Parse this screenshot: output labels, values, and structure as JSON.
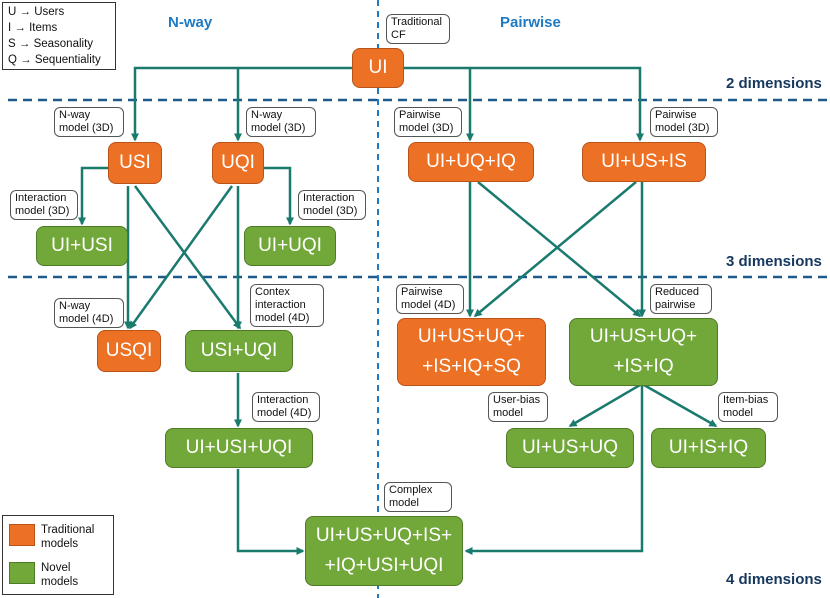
{
  "headers": {
    "left": "N-way",
    "right": "Pairwise"
  },
  "dimensions": {
    "d2": "2 dimensions",
    "d3": "3 dimensions",
    "d4": "4 dimensions"
  },
  "legend": {
    "abbreviations": [
      {
        "key": "U",
        "value": "Users"
      },
      {
        "key": "I",
        "value": "Items"
      },
      {
        "key": "S",
        "value": "Seasonality"
      },
      {
        "key": "Q",
        "value": "Sequentiality"
      }
    ],
    "arrow_symbol": "→",
    "traditional": {
      "line1": "Traditional",
      "line2": "models"
    },
    "novel": {
      "line1": "Novel",
      "line2": "models"
    }
  },
  "colors": {
    "traditional": "#ed7125",
    "novel": "#72a83a",
    "arrow": "#1a7a6e",
    "divider": "#1f5a8a",
    "header": "#1f7ac4"
  },
  "nodes": {
    "ui": "UI",
    "usi": "USI",
    "uqi": "UQI",
    "ui_uq_iq": "UI+UQ+IQ",
    "ui_us_is": "UI+US+IS",
    "ui_usi": "UI+USI",
    "ui_uqi": "UI+UQI",
    "usqi": "USQI",
    "usi_uqi": "USI+UQI",
    "pairwise4d": {
      "line1": "UI+US+UQ+",
      "line2": "+IS+IQ+SQ"
    },
    "reduced": {
      "line1": "UI+US+UQ+",
      "line2": "+IS+IQ"
    },
    "ui_usi_uqi": "UI+USI+UQI",
    "ui_us_uq": "UI+US+UQ",
    "ui_is_iq": "UI+IS+IQ",
    "complex": {
      "line1": "UI+US+UQ+IS+",
      "line2": "+IQ+USI+UQI"
    }
  },
  "callouts": {
    "traditional_cf": {
      "line1": "Traditional",
      "line2": "CF"
    },
    "nway3d_a": {
      "line1": "N-way",
      "line2": "model (3D)"
    },
    "nway3d_b": {
      "line1": "N-way",
      "line2": "model (3D)"
    },
    "pairwise3d_a": {
      "line1": "Pairwise",
      "line2": "model (3D)"
    },
    "pairwise3d_b": {
      "line1": "Pairwise",
      "line2": "model (3D)"
    },
    "interaction3d_a": {
      "line1": "Interaction",
      "line2": "model (3D)"
    },
    "interaction3d_b": {
      "line1": "Interaction",
      "line2": "model (3D)"
    },
    "nway4d": {
      "line1": "N-way",
      "line2": "model (4D)"
    },
    "context4d": {
      "line1": "Contex",
      "line2": "interaction",
      "line3": "model (4D)"
    },
    "pairwise4d": {
      "line1": "Pairwise",
      "line2": "model (4D)"
    },
    "reduced": {
      "line1": "Reduced",
      "line2": "pairwise"
    },
    "interaction4d": {
      "line1": "Interaction",
      "line2": "model (4D)"
    },
    "userbias": {
      "line1": "User-bias",
      "line2": "model"
    },
    "itembias": {
      "line1": "Item-bias",
      "line2": "model"
    },
    "complex": {
      "line1": "Complex",
      "line2": "model"
    }
  }
}
